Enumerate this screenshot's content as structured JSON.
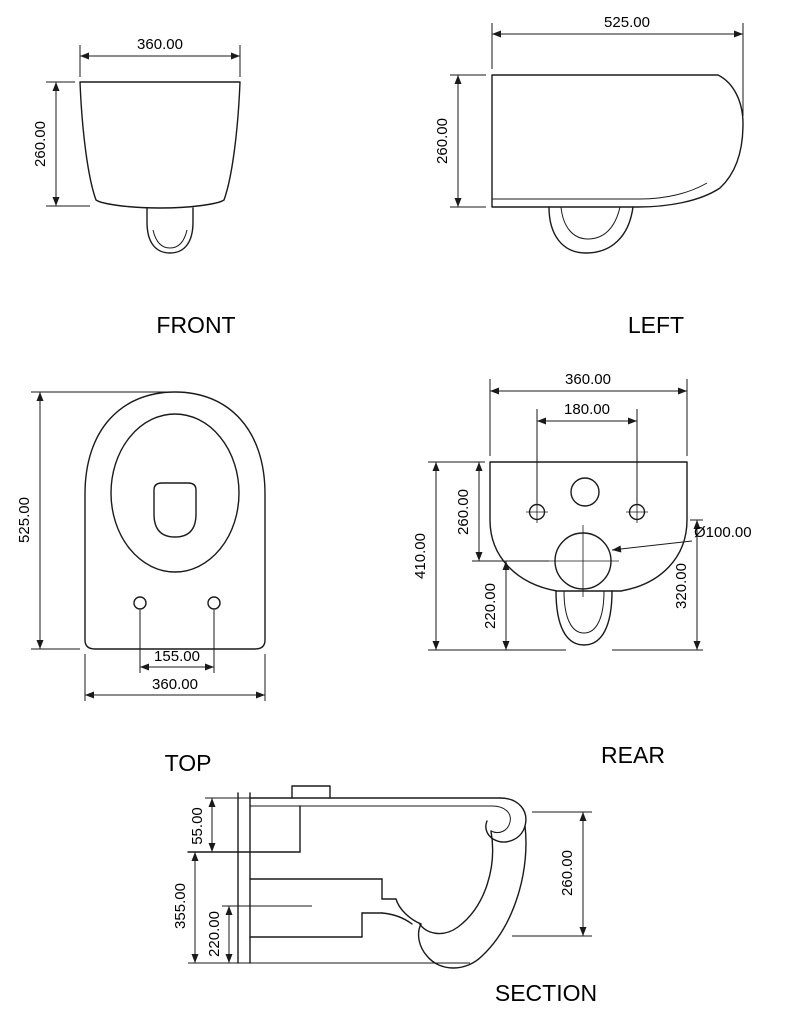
{
  "drawing": {
    "views": {
      "front": {
        "label": "FRONT",
        "width": "360.00",
        "height": "260.00"
      },
      "left": {
        "label": "LEFT",
        "depth": "525.00",
        "height": "260.00"
      },
      "top": {
        "label": "TOP",
        "length": "525.00",
        "hole_spacing": "155.00",
        "width": "360.00"
      },
      "rear": {
        "label": "REAR",
        "width": "360.00",
        "hole_spacing": "180.00",
        "top_to_drain": "260.00",
        "total_height": "410.00",
        "drain_to_bottom": "220.00",
        "side_height": "320.00",
        "drain_diameter": "Ø100.00"
      },
      "section": {
        "label": "SECTION",
        "rim_step": "55.00",
        "total_height": "355.00",
        "outlet_height": "220.00",
        "bowl_height": "260.00"
      }
    }
  }
}
